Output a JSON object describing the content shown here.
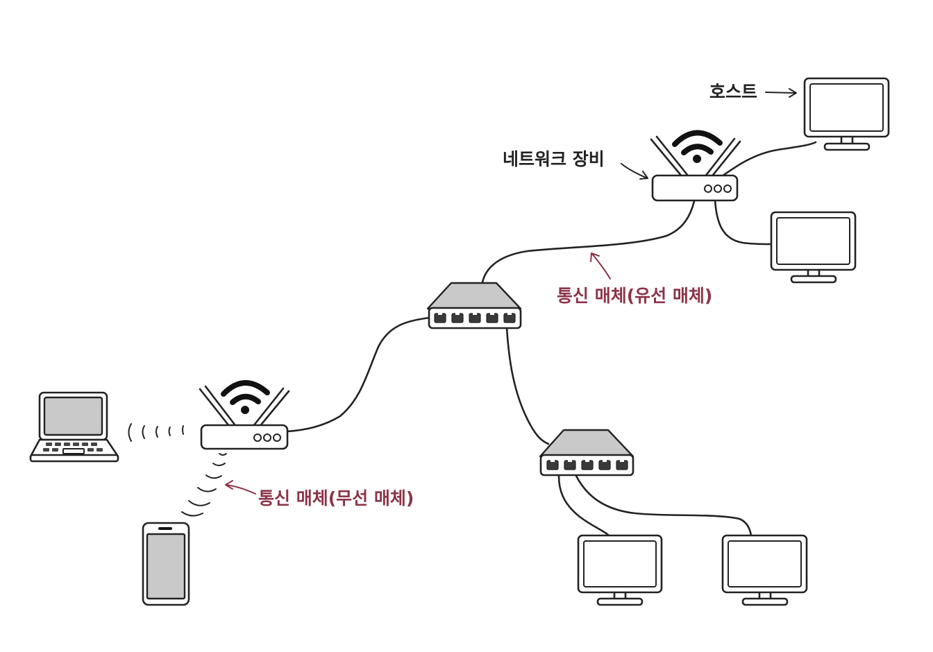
{
  "labels": {
    "host": "호스트",
    "network_device": "네트워크 장비",
    "wired_medium": "통신 매체(유선 매체)",
    "wireless_medium": "통신 매체(무선 매체)"
  },
  "colors": {
    "ink": "#222222",
    "accent": "#8b3346",
    "screen_gray": "#c9c9c9"
  },
  "icons": [
    "router-icon",
    "switch-icon",
    "monitor-icon",
    "laptop-icon",
    "smartphone-icon",
    "wifi-icon"
  ]
}
